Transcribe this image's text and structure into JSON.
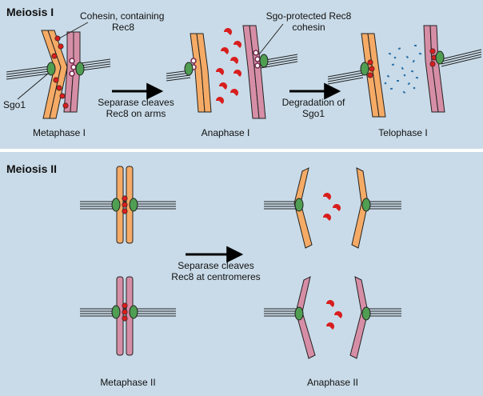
{
  "meiosis1": {
    "title": "Meiosis I",
    "cohesin_label": [
      "Cohesin, containing",
      "Rec8"
    ],
    "sgo_protected_label": [
      "Sgo-protected Rec8",
      "cohesin"
    ],
    "sgo1_label": "Sgo1",
    "step1_caption": [
      "Separase cleaves",
      "Rec8 on arms"
    ],
    "step2_caption": [
      "Degradation of",
      "Sgo1"
    ],
    "stages": [
      "Metaphase I",
      "Anaphase I",
      "Telophase I"
    ]
  },
  "meiosis2": {
    "title": "Meiosis II",
    "step_caption": [
      "Separase cleaves",
      "Rec8 at centromeres"
    ],
    "stages": [
      "Metaphase II",
      "Anaphase II"
    ]
  },
  "colors": {
    "background": "#c9dbe8",
    "divider": "#ffffff",
    "orange": "#f5ab66",
    "pink": "#d68ea6",
    "cohesin": "#d81e1e",
    "sgo1": "#4f9e52",
    "degraded_sgo1": "#2b70a8",
    "outline": "#222222"
  }
}
